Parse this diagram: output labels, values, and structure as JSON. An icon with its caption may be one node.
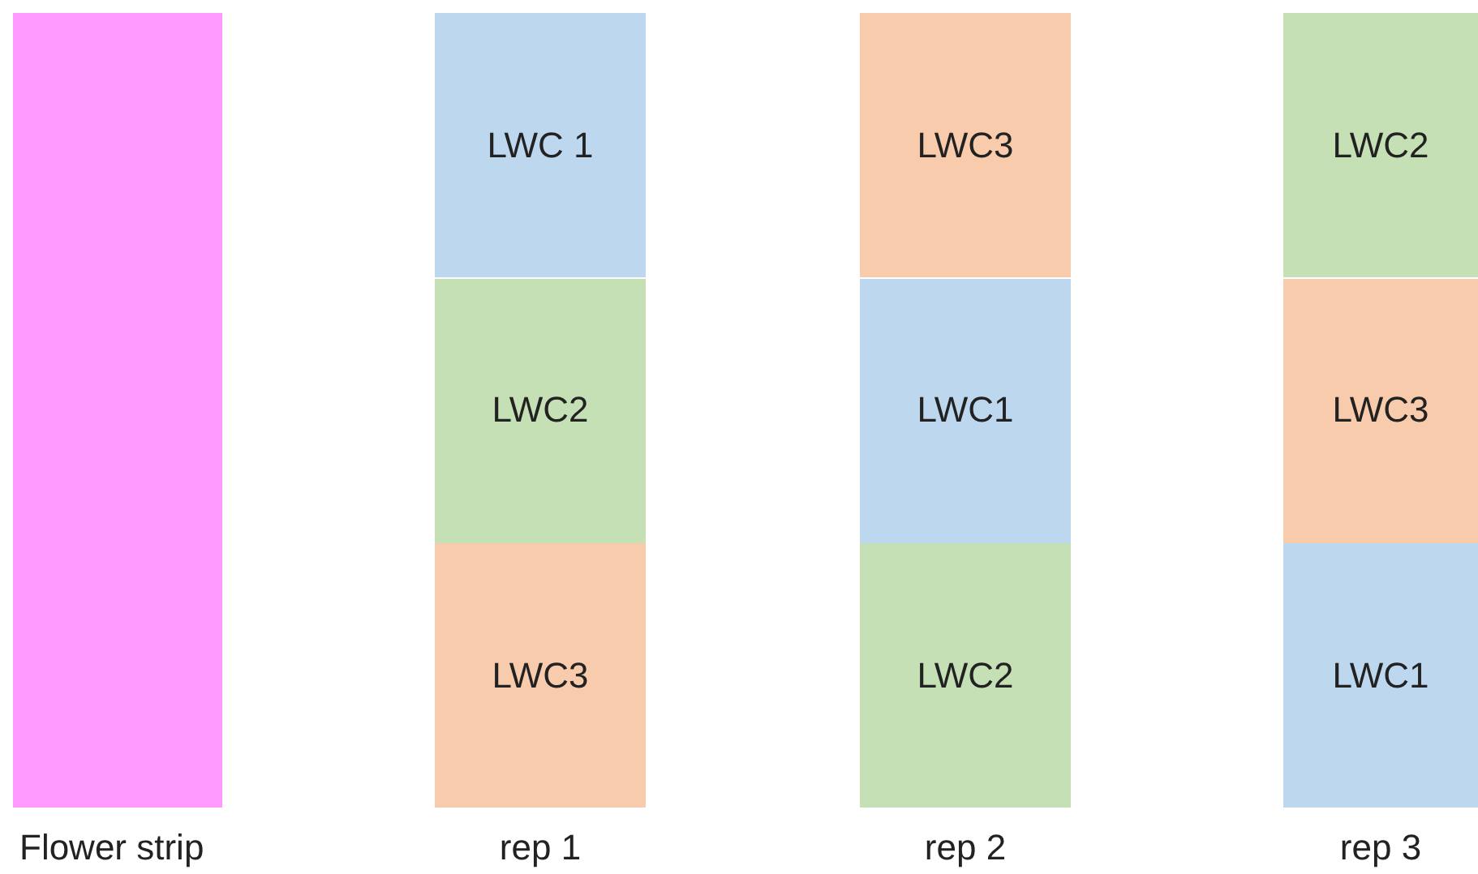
{
  "diagram": {
    "nodes": [
      {
        "text": [
          "Flower strip"
        ]
      },
      {
        "text": [
          "rep 1"
        ]
      },
      {
        "text": [
          "LWC 1"
        ],
        "in": 1
      },
      {
        "text": [
          "LWC2"
        ],
        "in": 1
      },
      {
        "text": [
          "LWC3"
        ],
        "in": 1
      },
      {
        "text": [
          "rep 2"
        ]
      },
      {
        "text": [
          "LWC3"
        ],
        "in": 5
      },
      {
        "text": [
          "LWC1"
        ],
        "in": 5
      },
      {
        "text": [
          "LWC2"
        ],
        "in": 5
      },
      {
        "text": [
          "rep 3"
        ]
      },
      {
        "text": [
          "LWC2"
        ],
        "in": 9
      },
      {
        "text": [
          "LWC3"
        ],
        "in": 9
      },
      {
        "text": [
          "LWC1"
        ],
        "in": 9
      }
    ]
  }
}
